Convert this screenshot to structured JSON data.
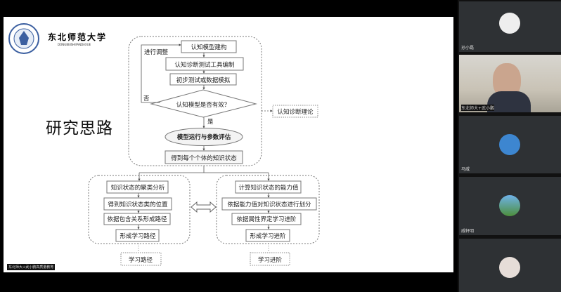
{
  "slide": {
    "university_cn": "东北师范大学",
    "university_en": "DONGBEISHIFANDAXUE",
    "title": "研究思路",
    "presenter_tag": "东北师大+武小鹏高质量教育",
    "diagram": {
      "step1": "认知模型建构",
      "step2": "认知诊断测试工具编制",
      "step3": "初步测试或数据模拟",
      "decision": "认知模型是否有效？",
      "loop_label": "进行调整",
      "no_label": "否",
      "yes_label": "是",
      "ellipse": "模型运行与参数评估",
      "result": "得到每个个体的知识状态",
      "theory": "认知诊断理论",
      "left": [
        "知识状态的聚类分析",
        "得到知识状态类的位置",
        "依据包含关系形成路径",
        "形成学习路径"
      ],
      "right": [
        "计算知识状态的能力值",
        "依据能力值对知识状态进行划分",
        "依据属性界定学习进阶",
        "形成学习进阶"
      ],
      "left_out": "学习路径",
      "right_out": "学习进阶"
    }
  },
  "participants": [
    {
      "name": "孙小磊"
    },
    {
      "name": "东北师大+武小鹏"
    },
    {
      "name": "马威"
    },
    {
      "name": "戚轩明"
    },
    {
      "name": ""
    }
  ]
}
